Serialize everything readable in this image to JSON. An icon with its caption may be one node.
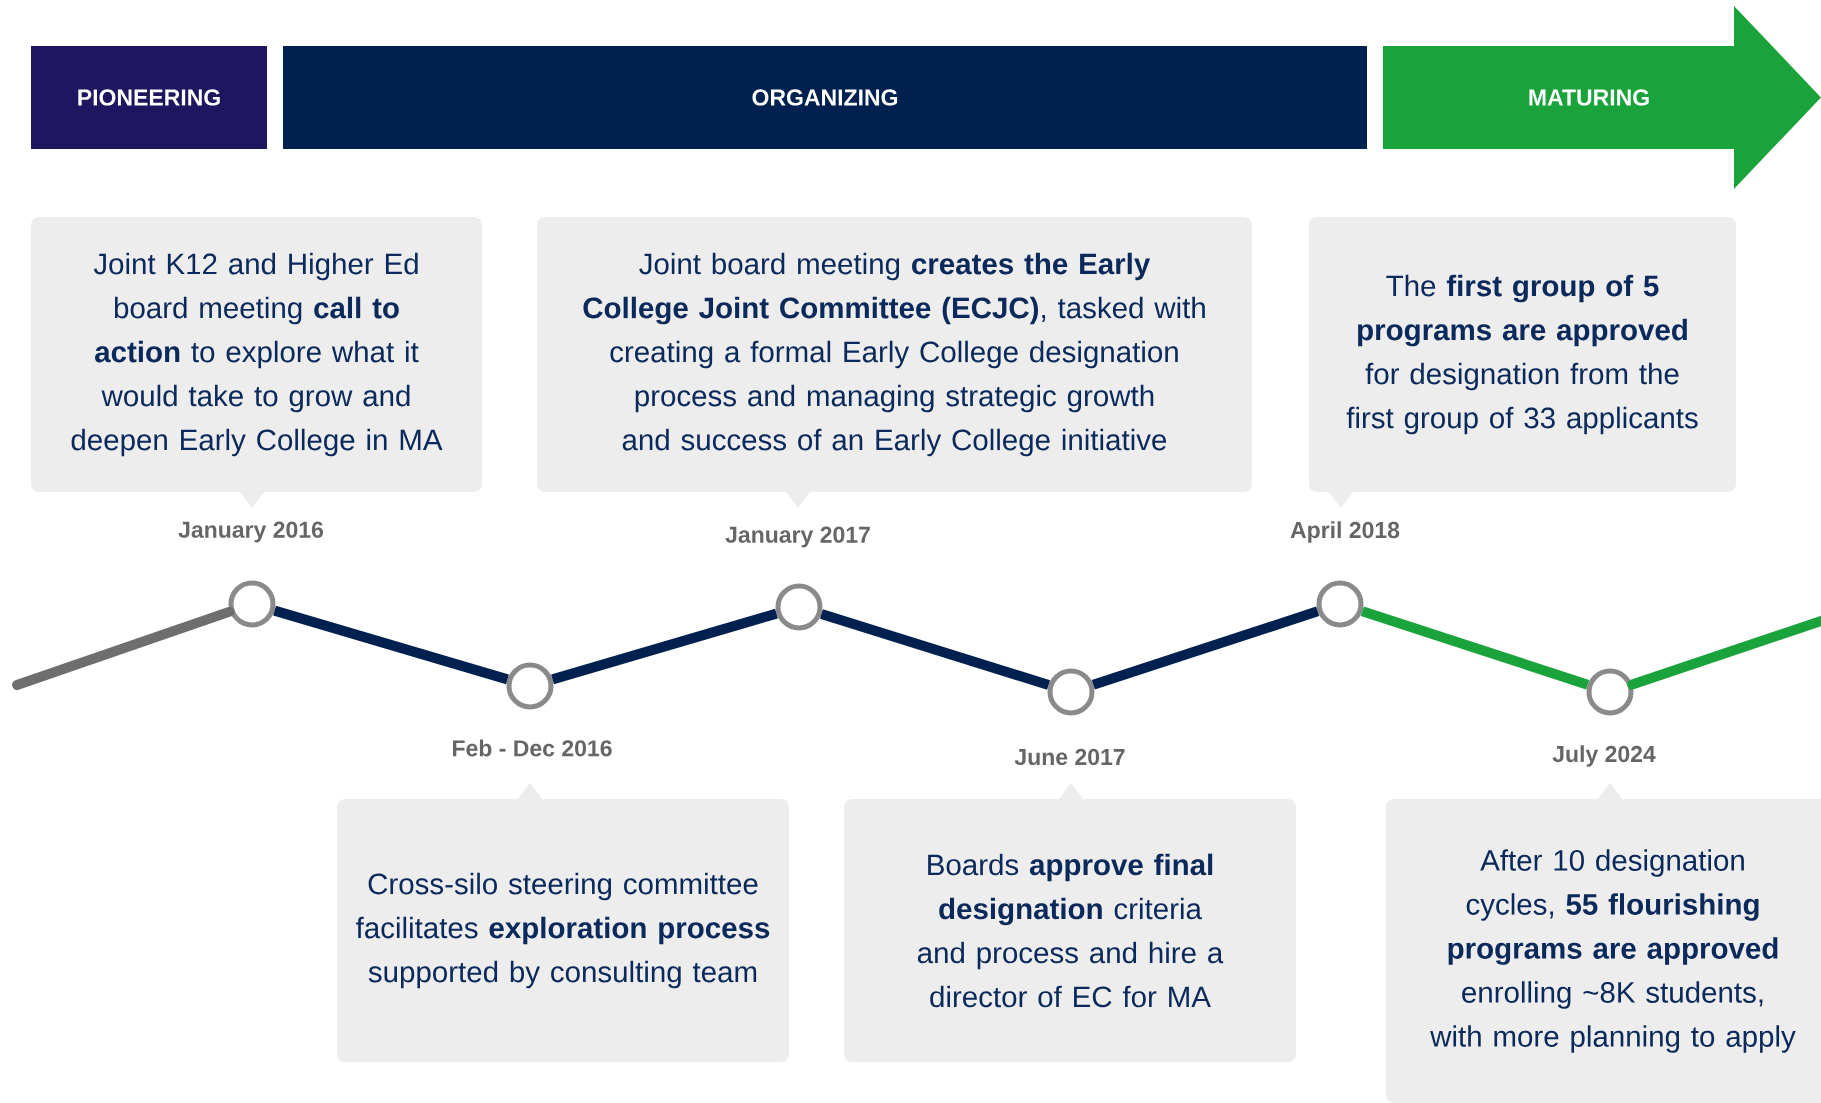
{
  "diagram": {
    "nodes": [
      {
        "text": [
          "PIONEERING"
        ]
      },
      {
        "text": [
          "ORGANIZING"
        ]
      },
      {
        "text": [
          "MATURING"
        ]
      },
      {
        "text": [
          "Joint K12 and Higher Ed board meeting **call to action** to explore what it would take to grow and deepen Early College in MA"
        ]
      },
      {
        "text": [
          "Joint board meeting **creates the Early College Joint Committee (ECJC)**, tasked with creating a formal Early College designation process and managing strategic growth and success of an Early College initiative"
        ]
      },
      {
        "text": [
          "The **first group of 5 programs are approved** for designation from the first group of 33 applicants"
        ]
      },
      {
        "text": [],
        "shape": "circle"
      },
      {
        "text": [],
        "shape": "circle"
      },
      {
        "text": [],
        "shape": "circle"
      },
      {
        "text": [],
        "shape": "circle"
      },
      {
        "text": [],
        "shape": "circle"
      },
      {
        "text": [],
        "shape": "circle"
      },
      {
        "text": [
          "Cross-silo steering committee facilitates **exploration process** supported by consulting team"
        ]
      },
      {
        "text": [
          "Boards **approve final designation** criteria and process and hire a director of EC for MA"
        ]
      },
      {
        "text": [
          "After 10 designation cycles, **55 flourishing programs are approved** enrolling ~8K students, with more planning to apply"
        ]
      }
    ],
    "edges": [
      {
        "from": null,
        "to": 6,
        "arrow": "none",
        "color": "#6e6e6e"
      },
      {
        "from": 6,
        "to": 7,
        "arrow": "none"
      },
      {
        "from": 7,
        "to": 8,
        "arrow": "none"
      },
      {
        "from": 8,
        "to": 9,
        "arrow": "none"
      },
      {
        "from": 9,
        "to": 10,
        "arrow": "none"
      },
      {
        "from": 10,
        "to": 11,
        "arrow": "none",
        "color": "#1aa33a"
      },
      {
        "from": 11,
        "to": null,
        "arrow": "none",
        "color": "#1aa33a"
      }
    ],
    "labels": [
      "January 2016",
      "January 2017",
      "April 2018",
      "Feb - Dec 2016",
      "June 2017",
      "July 2024"
    ]
  }
}
